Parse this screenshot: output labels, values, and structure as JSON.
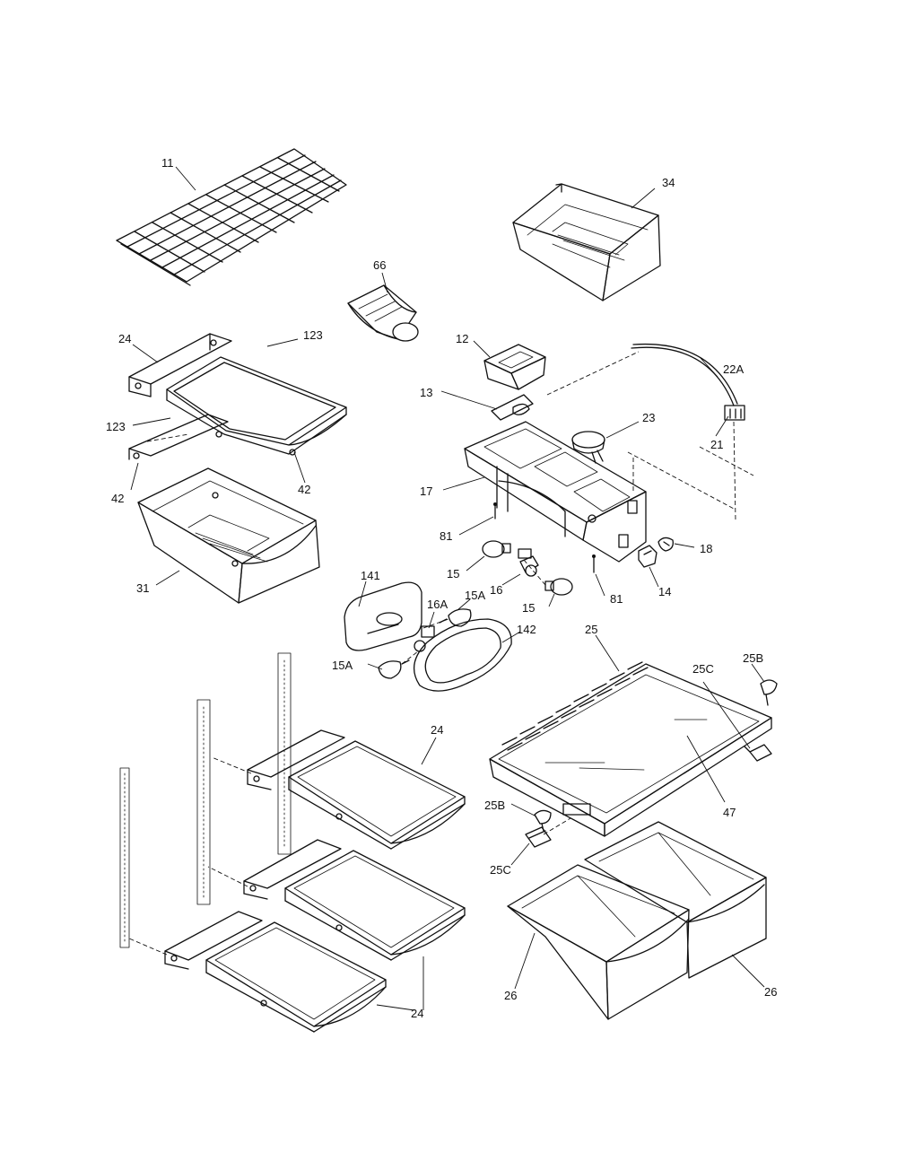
{
  "callouts": {
    "p11": "11",
    "p34": "34",
    "p66": "66",
    "p24a": "24",
    "p123a": "123",
    "p123b": "123",
    "p42a": "42",
    "p42b": "42",
    "p31": "31",
    "p12": "12",
    "p13": "13",
    "p22A": "22A",
    "p21": "21",
    "p23": "23",
    "p17": "17",
    "p81a": "81",
    "p81b": "81",
    "p18": "18",
    "p14": "14",
    "p15a": "15",
    "p15b": "15",
    "p16": "16",
    "p15Aa": "15A",
    "p15Ab": "15A",
    "p16A": "16A",
    "p141": "141",
    "p142": "142",
    "p25": "25",
    "p25B1": "25B",
    "p25C1": "25C",
    "p25B2": "25B",
    "p25C2": "25C",
    "p47": "47",
    "p24b": "24",
    "p24c": "24",
    "p26a": "26",
    "p26b": "26"
  }
}
